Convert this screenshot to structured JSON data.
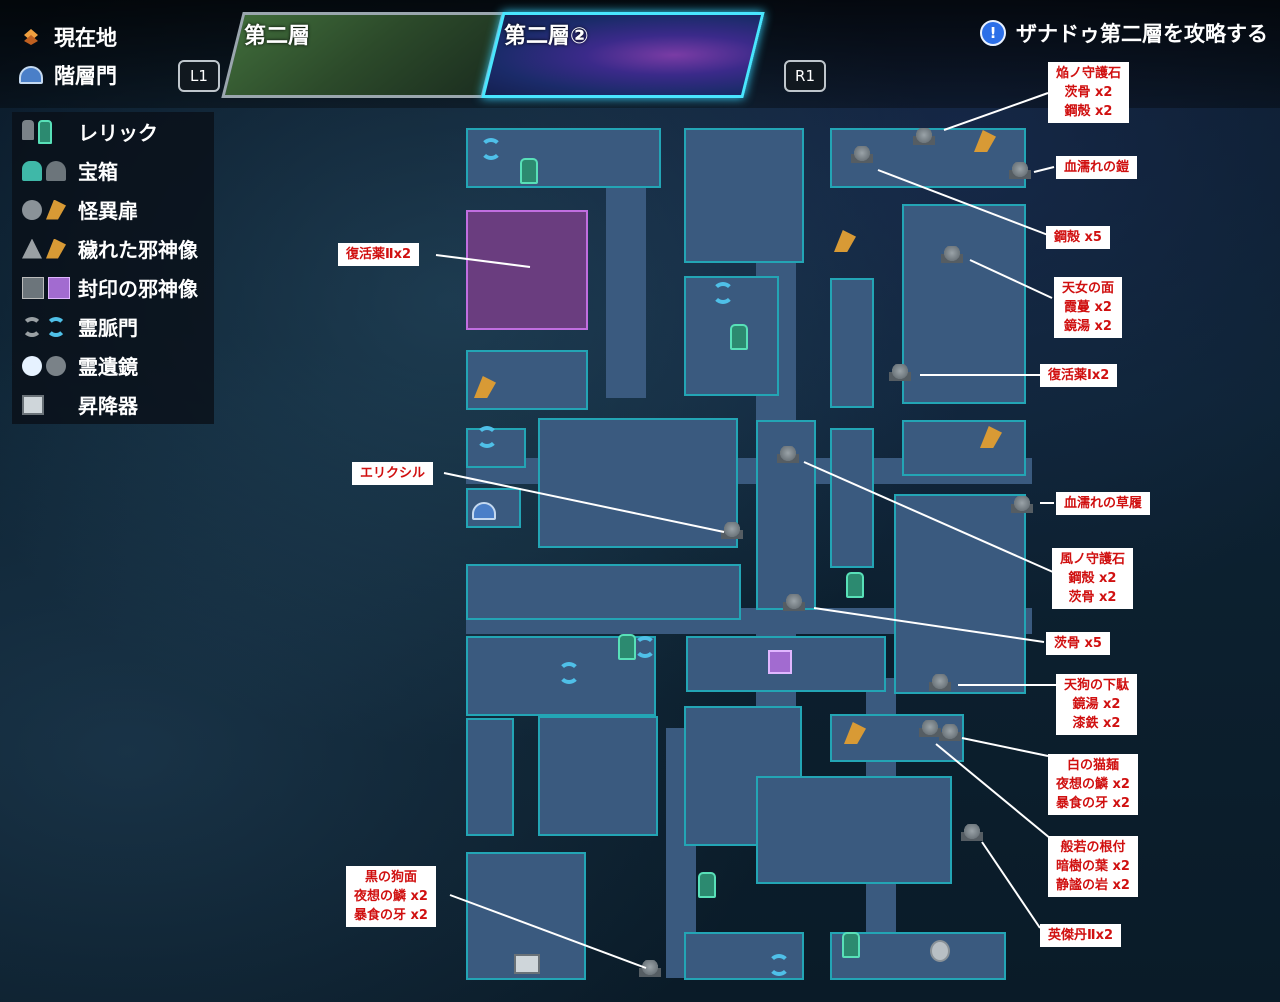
{
  "header": {
    "current_location": "現在地",
    "floor_gate": "階層門",
    "key_left": "L1",
    "key_right": "R1",
    "tabs": [
      {
        "label": "第二層",
        "active": false
      },
      {
        "label": "第二層②",
        "active": true
      }
    ],
    "objective": "ザナドゥ第二層を攻略する",
    "objective_mark": "!"
  },
  "legend": [
    {
      "label": "レリック",
      "icons": [
        "relic-gray-icon",
        "relic-green-icon"
      ]
    },
    {
      "label": "宝箱",
      "icons": [
        "chest-teal-icon",
        "chest-gray-icon"
      ]
    },
    {
      "label": "怪異扉",
      "icons": [
        "strange-door-gray-icon",
        "strange-door-orange-icon"
      ]
    },
    {
      "label": "穢れた邪神像",
      "icons": [
        "defiled-statue-gray-icon",
        "defiled-statue-orange-icon"
      ]
    },
    {
      "label": "封印の邪神像",
      "icons": [
        "sealed-statue-gray-icon",
        "sealed-statue-purple-icon"
      ]
    },
    {
      "label": "霊脈門",
      "icons": [
        "leyline-gate-gray-icon",
        "leyline-gate-blue-icon"
      ]
    },
    {
      "label": "霊遺鏡",
      "icons": [
        "spirit-mirror-white-icon",
        "spirit-mirror-gray-icon"
      ]
    },
    {
      "label": "昇降器",
      "icons": [
        "elevator-icon"
      ]
    }
  ],
  "annotations": [
    {
      "text": "焔ノ守護石\n茨骨 x2\n鋼殻 x2"
    },
    {
      "text": "血濡れの鎧"
    },
    {
      "text": "鋼殻 x5"
    },
    {
      "text": "復活薬Ⅱx2"
    },
    {
      "text": "天女の面\n霞蔓 x2\n鏡湯 x2"
    },
    {
      "text": "復活薬Ⅰx2"
    },
    {
      "text": "エリクシル"
    },
    {
      "text": "血濡れの草履"
    },
    {
      "text": "風ノ守護石\n鋼殻 x2\n茨骨 x2"
    },
    {
      "text": "茨骨 x5"
    },
    {
      "text": "天狗の下駄\n鏡湯 x2\n漆鉄 x2"
    },
    {
      "text": "白の猫麺\n夜想の鱗 x2\n暴食の牙 x2"
    },
    {
      "text": "般若の根付\n暗樹の葉 x2\n静謐の岩 x2"
    },
    {
      "text": "黒の狗面\n夜想の鱗 x2\n暴食の牙 x2"
    },
    {
      "text": "英傑丹Ⅱx2"
    }
  ]
}
